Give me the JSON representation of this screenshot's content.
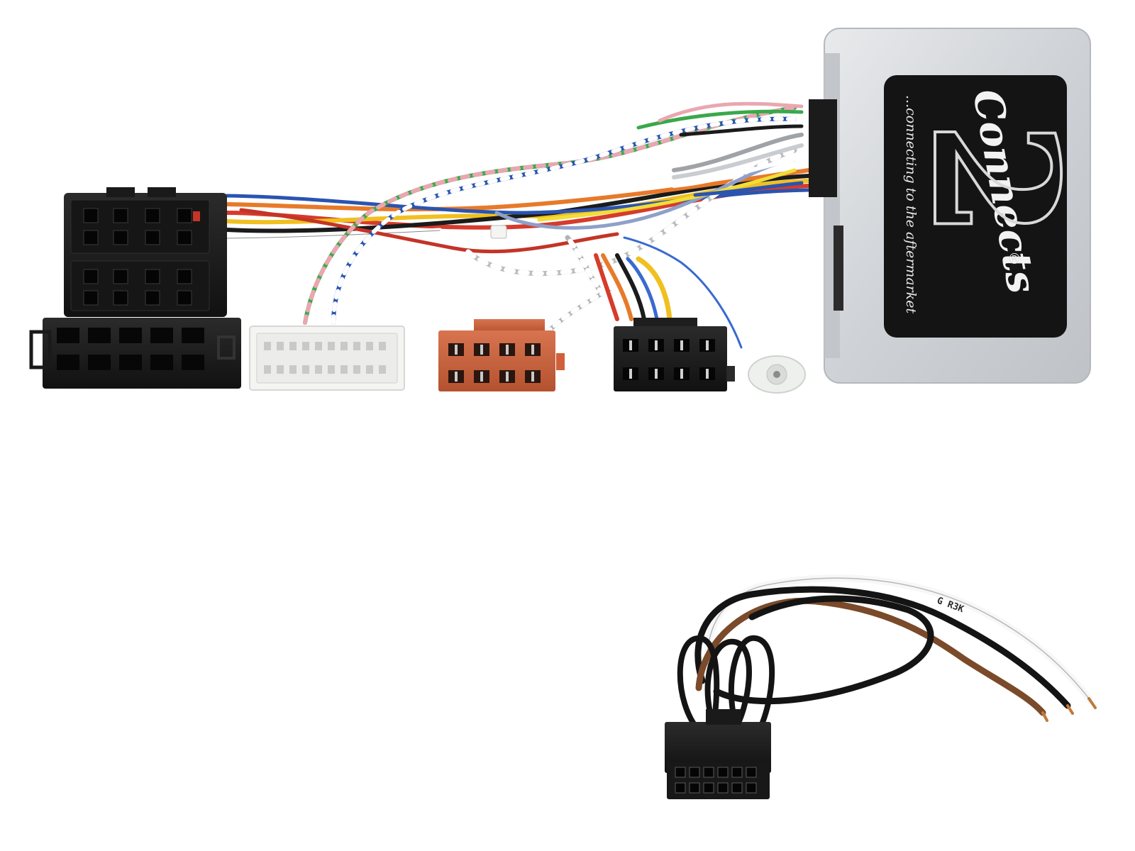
{
  "product_photo": {
    "interface_box": {
      "logo_script": "Connects",
      "logo_numeral": "2",
      "tagline": "...connecting to the aftermarket",
      "registered_mark": "®"
    },
    "patch_lead": {
      "wire_print": "G R3K"
    },
    "colors": {
      "background": "#ffffff",
      "module_casing": "#d3d6da",
      "logo_panel": "#141414",
      "connector_black": "#1c1c1c",
      "connector_white": "#f4f4f2",
      "connector_orange": "#c8603a",
      "wire_brown": "#7a4a2a"
    },
    "icons": [
      "iso-connector",
      "oem-connector",
      "interface-module",
      "antenna-adapter",
      "molex-plug"
    ]
  }
}
